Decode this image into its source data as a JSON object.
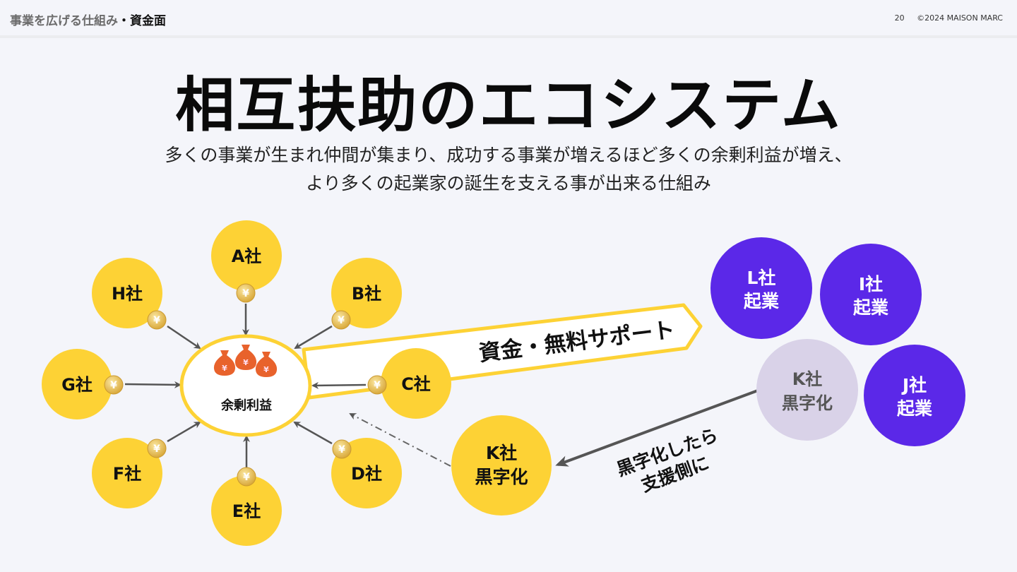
{
  "header": {
    "breadcrumb_section": "事業を広げる仕組み",
    "breadcrumb_separator": "・",
    "breadcrumb_current": "資金面",
    "page_number": "20",
    "copyright": "©2024 MAISON MARC"
  },
  "title": "相互扶助のエコシステム",
  "subtitle": {
    "line1": "多くの事業が生まれ仲間が集まり、成功する事業が増えるほど多くの余剰利益が増え、",
    "line2": "より多くの起業家の誕生を支える事が出来る仕組み"
  },
  "colors": {
    "yellow": "#fdd235",
    "purple": "#5b28e8",
    "lavender": "#d9d2e8",
    "arrow": "#555555",
    "bag": "#e8622c"
  },
  "center": {
    "label": "余剰利益",
    "icon": "money-bags-icon"
  },
  "companies": [
    {
      "id": "A",
      "label": "A社"
    },
    {
      "id": "B",
      "label": "B社"
    },
    {
      "id": "C",
      "label": "C社"
    },
    {
      "id": "D",
      "label": "D社"
    },
    {
      "id": "E",
      "label": "E社"
    },
    {
      "id": "F",
      "label": "F社"
    },
    {
      "id": "G",
      "label": "G社"
    },
    {
      "id": "H",
      "label": "H社"
    }
  ],
  "coin_symbol": "¥",
  "banner": "資金・無料サポート",
  "k_yellow": {
    "line1": "K社",
    "line2": "黒字化"
  },
  "startups": [
    {
      "id": "L",
      "line1": "L社",
      "line2": "起業"
    },
    {
      "id": "I",
      "line1": "I社",
      "line2": "起業"
    },
    {
      "id": "J",
      "line1": "J社",
      "line2": "起業"
    }
  ],
  "k_faded": {
    "line1": "K社",
    "line2": "黒字化"
  },
  "arrow_label": {
    "line1": "黒字化したら",
    "line2": "支援側に"
  }
}
